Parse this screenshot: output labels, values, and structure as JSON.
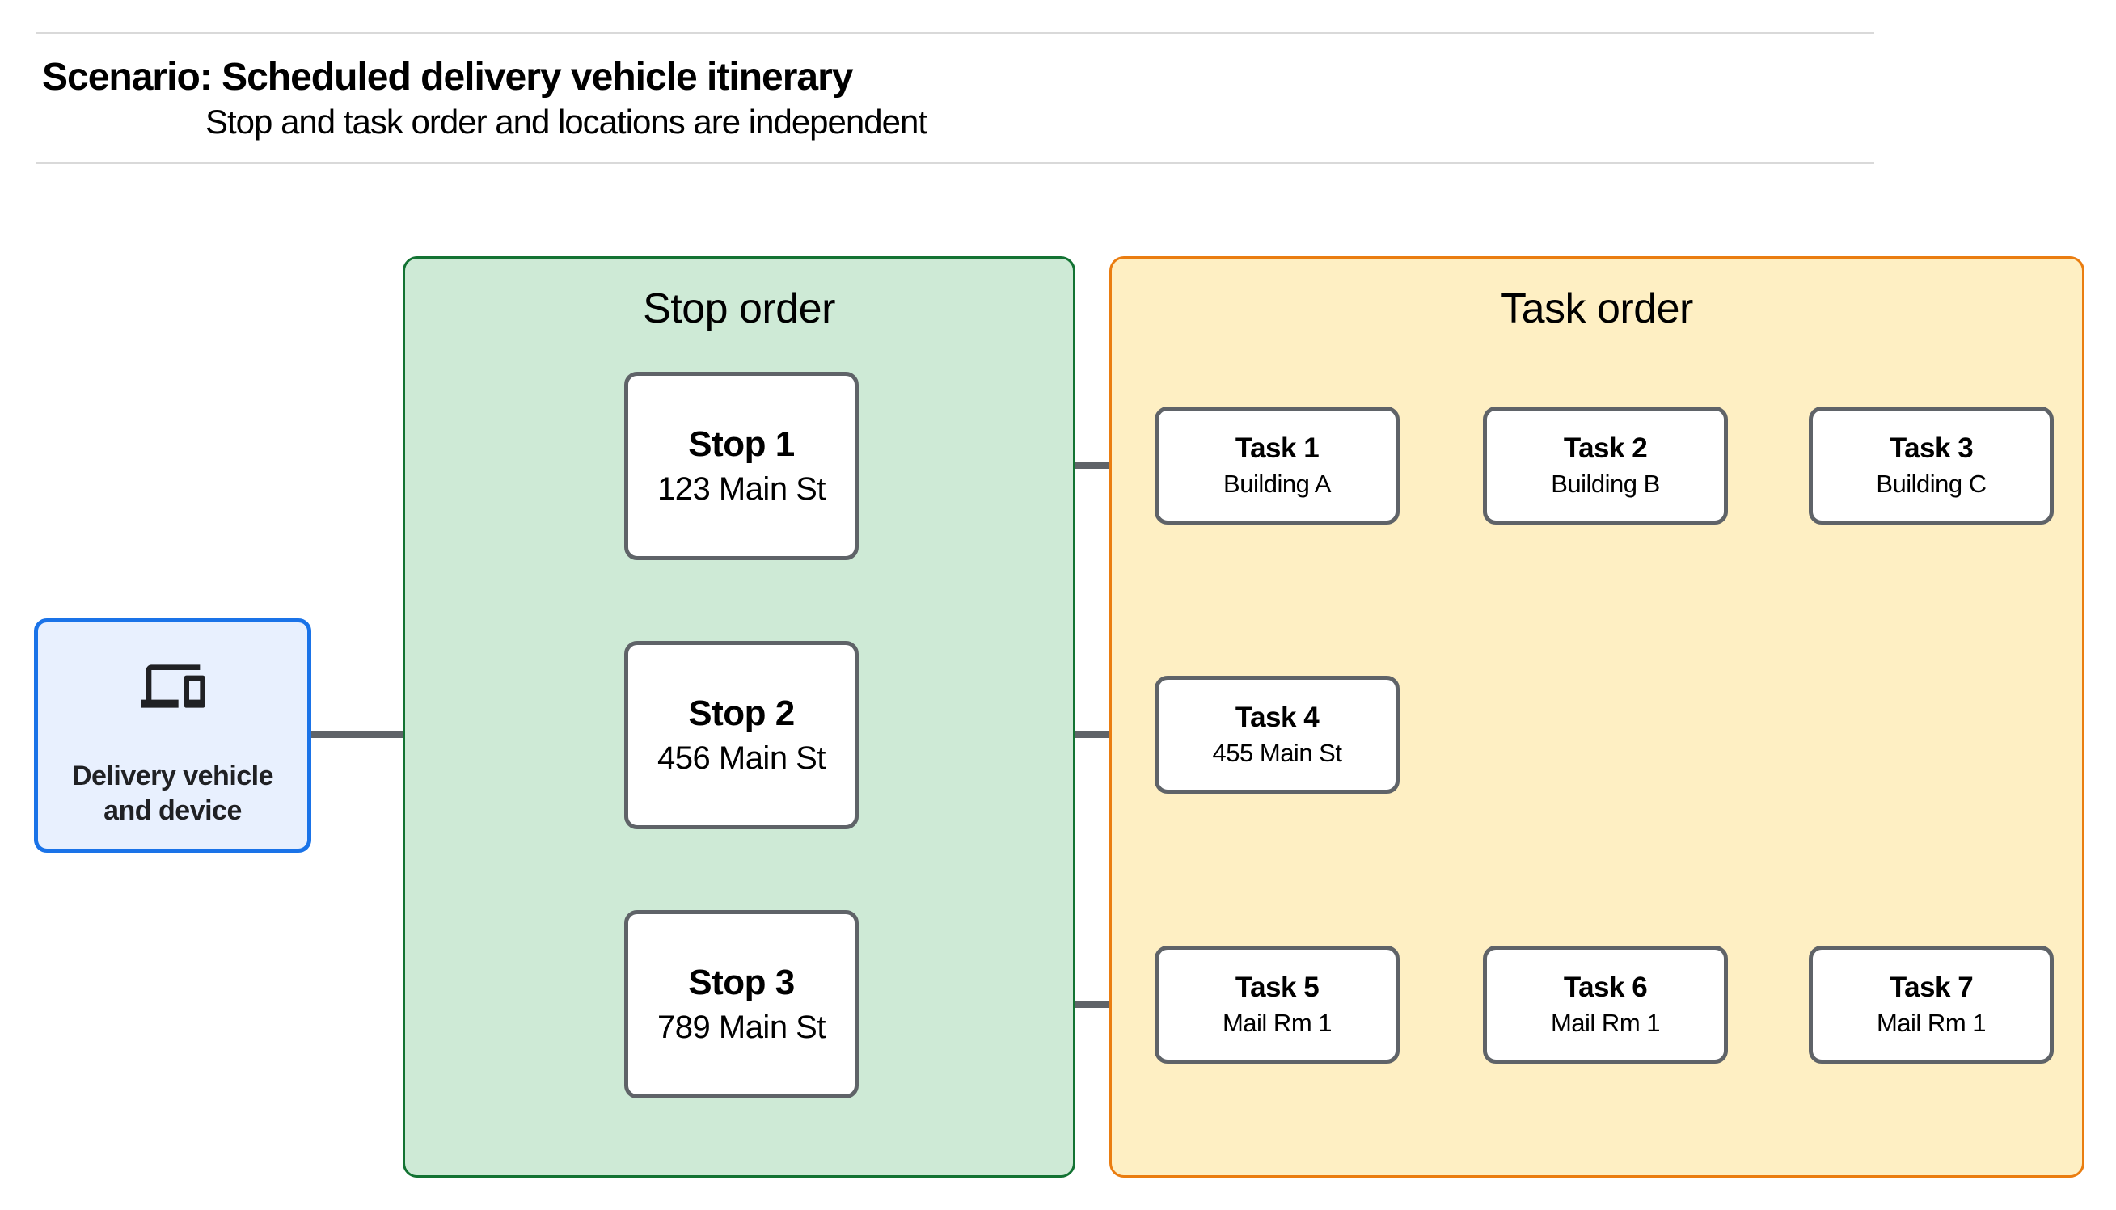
{
  "header": {
    "title": "Scenario: Scheduled delivery vehicle itinerary",
    "subtitle": "Stop and task order and locations are independent"
  },
  "source_node": {
    "line1": "Delivery vehicle",
    "line2": "and device",
    "icon": "devices-icon"
  },
  "panels": {
    "stop_order": {
      "title": "Stop order"
    },
    "task_order": {
      "title": "Task order"
    }
  },
  "stops": [
    {
      "title": "Stop 1",
      "subtitle": "123 Main St"
    },
    {
      "title": "Stop 2",
      "subtitle": "456 Main St"
    },
    {
      "title": "Stop 3",
      "subtitle": "789 Main St"
    }
  ],
  "tasks": [
    {
      "title": "Task 1",
      "subtitle": "Building A"
    },
    {
      "title": "Task 2",
      "subtitle": "Building B"
    },
    {
      "title": "Task 3",
      "subtitle": "Building C"
    },
    {
      "title": "Task 4",
      "subtitle": "455 Main St"
    },
    {
      "title": "Task 5",
      "subtitle": "Mail Rm 1"
    },
    {
      "title": "Task 6",
      "subtitle": "Mail Rm 1"
    },
    {
      "title": "Task 7",
      "subtitle": "Mail Rm 1"
    }
  ],
  "colors": {
    "stop_panel_fill": "#ceead6",
    "stop_panel_border": "#137333",
    "task_panel_fill": "#feefc3",
    "task_panel_border": "#ea7d10",
    "source_fill": "#e8f0fe",
    "source_border": "#1a73e8",
    "node_border": "#5f6368",
    "connector": "#5f6368",
    "rule": "#d9d9d9",
    "text": "#000000"
  }
}
